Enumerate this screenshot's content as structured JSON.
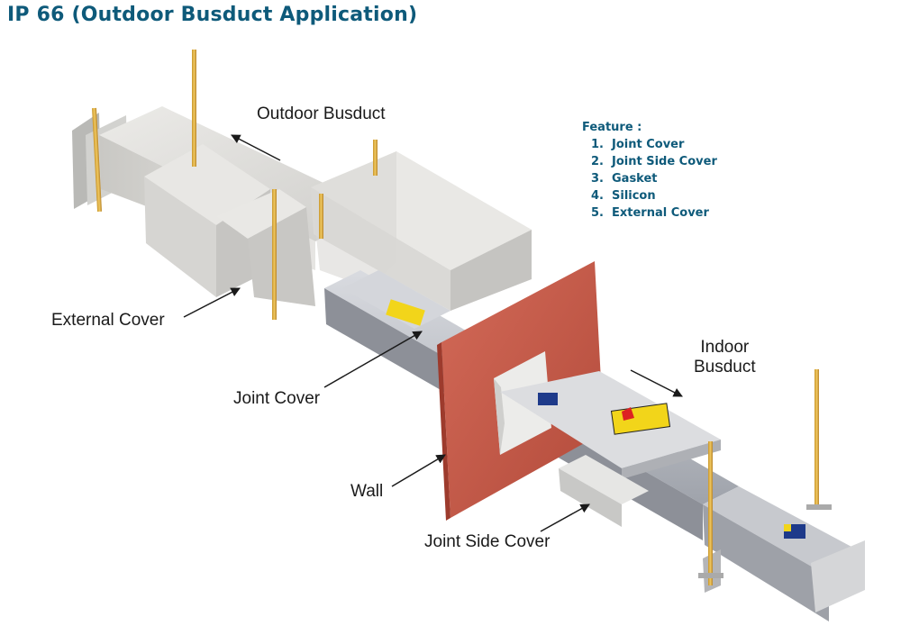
{
  "title": "IP 66 (Outdoor Busduct Application)",
  "labels": {
    "outdoor_busduct": "Outdoor Busduct",
    "external_cover": "External Cover",
    "joint_cover": "Joint Cover",
    "wall": "Wall",
    "joint_side_cover": "Joint Side Cover",
    "indoor_line1": "Indoor",
    "indoor_line2": "Busduct"
  },
  "features": {
    "heading": "Feature :",
    "items": [
      {
        "num": "1.",
        "text": "Joint Cover"
      },
      {
        "num": "2.",
        "text": "Joint Side Cover"
      },
      {
        "num": "3.",
        "text": "Gasket"
      },
      {
        "num": "4.",
        "text": "Silicon"
      },
      {
        "num": "5.",
        "text": "External Cover"
      }
    ]
  },
  "colors": {
    "title": "#0e5a7a",
    "wall": "#c85a4a",
    "metal": "#d8d8d5",
    "rod": "#e0b040"
  }
}
